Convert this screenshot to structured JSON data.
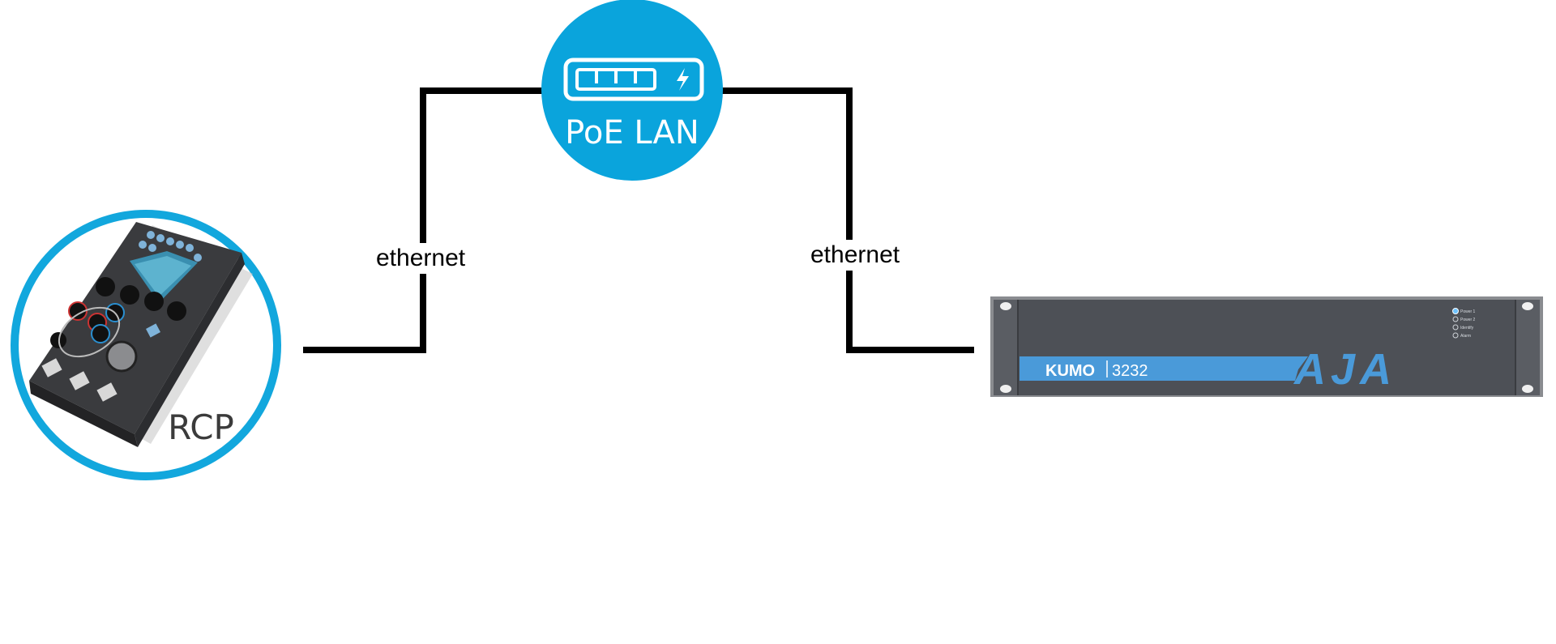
{
  "nodes": {
    "rcp": {
      "label": "RCP"
    },
    "poe_lan": {
      "label": "PoE LAN"
    },
    "kumo": {
      "brand": "KUMO",
      "model": "3232",
      "logo": "AJA",
      "status_leds": [
        "Power 1",
        "Power 2",
        "Identify",
        "Alarm"
      ]
    }
  },
  "edges": [
    {
      "from": "rcp",
      "to": "poe_lan",
      "label": "ethernet"
    },
    {
      "from": "poe_lan",
      "to": "kumo",
      "label": "ethernet"
    }
  ],
  "colors": {
    "poe_circle": "#0aa4dc",
    "rcp_ring": "#12a7dd",
    "kumo_stripe": "#4a9ad9",
    "kumo_chassis": "#4d5056",
    "line": "#000000"
  }
}
